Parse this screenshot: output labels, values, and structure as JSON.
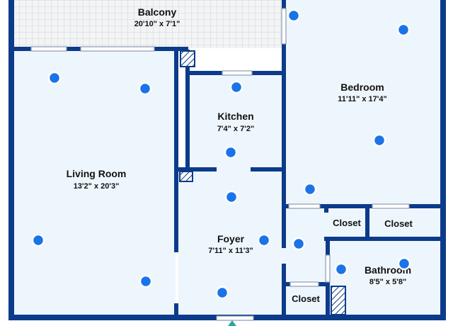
{
  "colors": {
    "wall": "#0c3b8a",
    "floor": "#eef6fd",
    "balcony": "#f2f3f4",
    "hotspot": "#1a73e8",
    "hotspot_ring": "#ffffff"
  },
  "rooms": {
    "balcony": {
      "name": "Balcony",
      "dims": "20'10\" x 7'1\""
    },
    "living_room": {
      "name": "Living Room",
      "dims": "13'2\" x 20'3\""
    },
    "kitchen": {
      "name": "Kitchen",
      "dims": "7'4\" x 7'2\""
    },
    "bedroom": {
      "name": "Bedroom",
      "dims": "11'11\" x 17'4\""
    },
    "foyer": {
      "name": "Foyer",
      "dims": "7'11\" x 11'3\""
    },
    "bathroom": {
      "name": "Bathroom",
      "dims": "8'5\" x 5'8\""
    },
    "closet_1": {
      "name": "Closet"
    },
    "closet_2": {
      "name": "Closet"
    },
    "closet_3": {
      "name": "Closet"
    }
  },
  "hotspot_icon": "view-point-icon"
}
